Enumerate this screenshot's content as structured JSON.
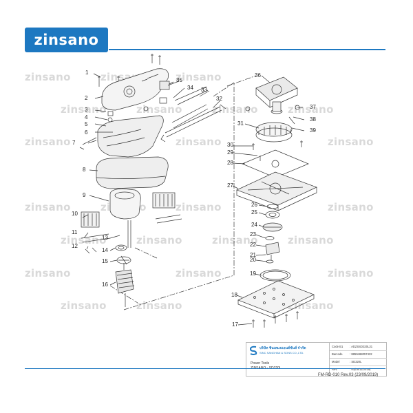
{
  "brand": {
    "logo_text": "zinsano",
    "watermark": "zinsano",
    "accent": "#1d78c1"
  },
  "callouts": [
    "1",
    "2",
    "3",
    "4",
    "5",
    "6",
    "7",
    "8",
    "9",
    "10",
    "11",
    "12",
    "13",
    "14",
    "15",
    "16",
    "17",
    "18",
    "19",
    "20",
    "21",
    "22",
    "23",
    "24",
    "25",
    "26",
    "27",
    "28",
    "29",
    "30",
    "31",
    "32",
    "33",
    "34",
    "35",
    "36",
    "37",
    "38",
    "39"
  ],
  "title_block": {
    "company_th": "บริษัท ชินเหมงแอนด์ซันส์ จำกัด",
    "company_en": "SINC SANGHAN & SONS CO.,LTD.",
    "product_type": "Power Tools",
    "product_name": "ZINSANO - SD320L",
    "rows": [
      {
        "key": "Code B1",
        "value": ": ADZSSD320L31"
      },
      {
        "key": "Barcode",
        "value": ": 8859468057422"
      },
      {
        "key": "Model",
        "value": ": SD320L"
      },
      {
        "key": "Rev.",
        "value": ": 00(05/11/2019)"
      }
    ]
  },
  "form_number": "FM-RD-010 Rev.03 (23/09/2019)"
}
